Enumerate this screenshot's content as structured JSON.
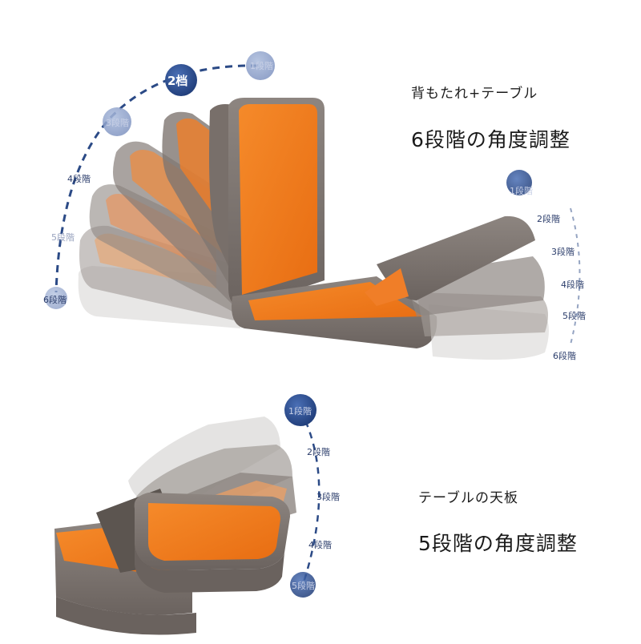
{
  "captions": {
    "top_small": "背もたれ+テーブル",
    "top_large": "6段階の角度調整",
    "bottom_small": "テーブルの天板",
    "bottom_large": "5段階の角度調整"
  },
  "backrest_steps": [
    "1段階",
    "2档",
    "3段階",
    "4段階",
    "5段階",
    "6段階"
  ],
  "table_steps_right": [
    "1段階",
    "2段階",
    "3段階",
    "4段階",
    "5段階",
    "6段階"
  ],
  "tabletop_steps": [
    "1段階",
    "2段階",
    "3段階",
    "4段階",
    "5段階"
  ],
  "colors": {
    "cushion_orange": "#f07a1e",
    "frame_gray": "#7a716c",
    "marker_navy": "#2b4a86"
  }
}
